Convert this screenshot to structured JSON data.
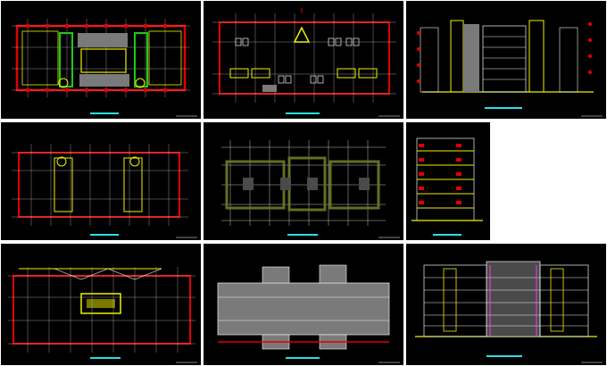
{
  "sheet": {
    "background": "#ffffff",
    "panel_background": "#000000"
  },
  "colors": {
    "wall_red": "#e00000",
    "grid_white": "#f2f2f2",
    "yellow": "#f0f000",
    "green": "#1ec81e",
    "cyan": "#28e0e8",
    "gray_fill": "#7a7a7a",
    "white": "#ffffff",
    "olive": "#6b7a2a",
    "dark_gray": "#4a4a4a",
    "magenta": "#ff3ce0"
  },
  "panels": [
    {
      "id": "ground-floor-plan",
      "kind": "floor_plan"
    },
    {
      "id": "floor-plan-cafeteria",
      "kind": "floor_plan"
    },
    {
      "id": "elevation-front",
      "kind": "elevation"
    },
    {
      "id": "upper-floor-plan",
      "kind": "floor_plan"
    },
    {
      "id": "structural-plan",
      "kind": "structural"
    },
    {
      "id": "section-cut",
      "kind": "section"
    },
    {
      "id": "roof-level-plan",
      "kind": "floor_plan"
    },
    {
      "id": "roof-plan",
      "kind": "roof"
    },
    {
      "id": "elevation-rear",
      "kind": "elevation"
    }
  ]
}
